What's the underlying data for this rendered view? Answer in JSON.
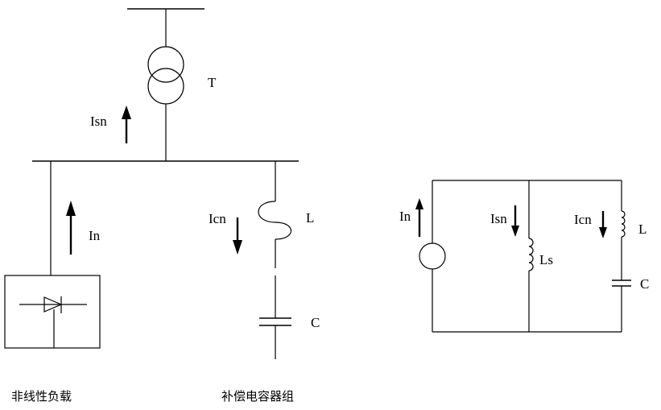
{
  "left_circuit": {
    "transformer_label": "T",
    "source_current_label": "Isn",
    "load_current_label": "In",
    "branch_current_label": "Icn",
    "reactor_label": "L",
    "capacitor_label": "C",
    "load_caption": "非线性负载",
    "compensator_caption": "补偿电容器组"
  },
  "right_circuit": {
    "source_current_label": "In",
    "system_current_label": "Isn",
    "system_inductor_label": "Ls",
    "branch_current_label": "Icn",
    "reactor_label": "L",
    "capacitor_label": "C"
  }
}
